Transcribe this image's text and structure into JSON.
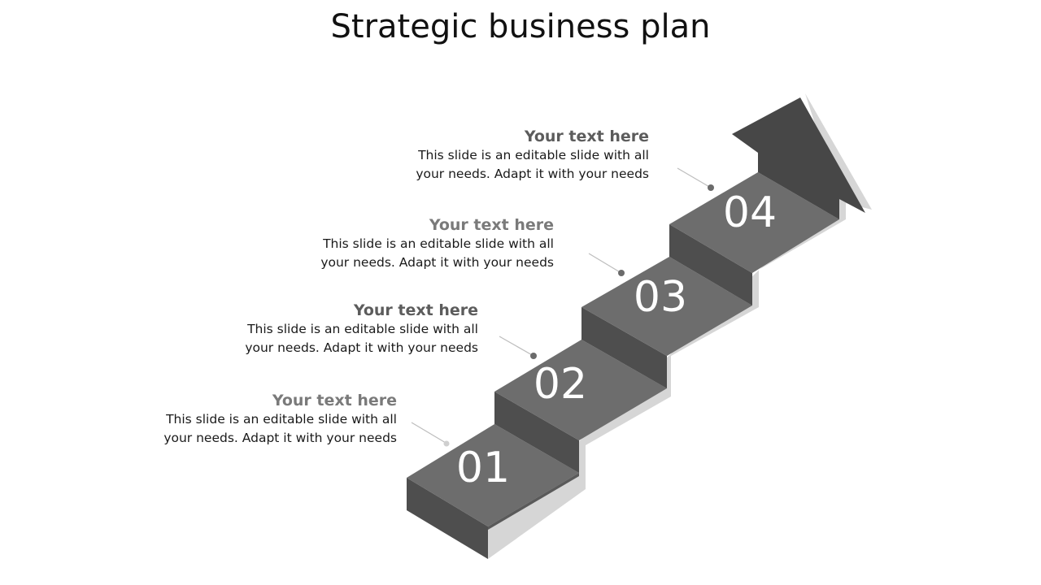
{
  "title": "Strategic business plan",
  "colors": {
    "step_top": "#6d6d6d",
    "step_front": "#4e4e4e",
    "step_riser": "#5a5a5a",
    "arrow": "#474747",
    "shadow": "#d6d6d6",
    "number": "#ffffff",
    "connector": "#bdbdbd",
    "dot": "#6b6b6b"
  },
  "steps": [
    {
      "number": "01",
      "heading": "Your text here",
      "heading_color": "#7a7a7a",
      "body": [
        "This slide is an editable slide with all",
        "your needs. Adapt it with your needs"
      ]
    },
    {
      "number": "02",
      "heading": "Your text here",
      "heading_color": "#5c5c5c",
      "body": [
        "This slide is an editable slide with all",
        "your needs. Adapt it with your needs"
      ]
    },
    {
      "number": "03",
      "heading": "Your text here",
      "heading_color": "#7a7a7a",
      "body": [
        "This slide is an editable slide with all",
        "your needs. Adapt it with your needs"
      ]
    },
    {
      "number": "04",
      "heading": "Your text here",
      "heading_color": "#5c5c5c",
      "body": [
        "This slide is an editable slide with all",
        "your needs. Adapt it with your needs"
      ]
    }
  ]
}
